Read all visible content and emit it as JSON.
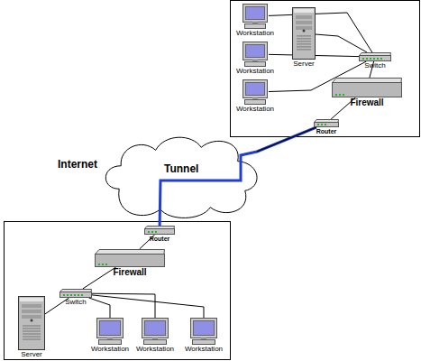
{
  "diagram": {
    "nodes": [
      {
        "text": [
          "Workstation"
        ]
      },
      {
        "text": [
          "Server"
        ]
      },
      {
        "text": [
          "Workstation"
        ]
      },
      {
        "text": [
          "Switch"
        ]
      },
      {
        "text": [
          "Workstation"
        ]
      },
      {
        "text": [
          "Firewall"
        ]
      },
      {
        "text": [
          "Router"
        ]
      },
      {
        "text": [
          "Internet"
        ]
      },
      {
        "text": [
          "Router"
        ]
      },
      {
        "text": [
          "Firewall"
        ]
      },
      {
        "text": [
          "Switch"
        ]
      },
      {
        "text": [
          "Server"
        ]
      },
      {
        "text": [
          "Workstation"
        ]
      },
      {
        "text": [
          "Workstation"
        ]
      },
      {
        "text": [
          "Workstation"
        ]
      }
    ],
    "edges": [
      {
        "from": 0,
        "to": 3,
        "arrow": "none"
      },
      {
        "from": 1,
        "to": 3,
        "arrow": "none"
      },
      {
        "from": 2,
        "to": 3,
        "arrow": "none"
      },
      {
        "from": 4,
        "to": 3,
        "arrow": "none"
      },
      {
        "from": 3,
        "to": 5,
        "arrow": "none"
      },
      {
        "from": 5,
        "to": 6,
        "arrow": "none"
      },
      {
        "from": 6,
        "to": 8,
        "label": "Tunnel",
        "arrow": "none"
      },
      {
        "from": 8,
        "to": 9,
        "arrow": "none"
      },
      {
        "from": 9,
        "to": 10,
        "arrow": "none"
      },
      {
        "from": 10,
        "to": 11,
        "arrow": "none"
      },
      {
        "from": 10,
        "to": 12,
        "arrow": "none"
      },
      {
        "from": 10,
        "to": 13,
        "arrow": "none"
      },
      {
        "from": 10,
        "to": 14,
        "arrow": "none"
      }
    ]
  }
}
